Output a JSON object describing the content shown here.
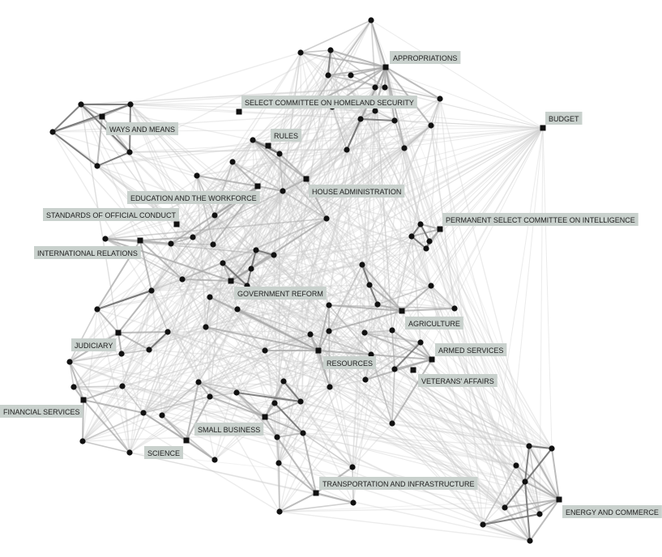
{
  "committees": [
    {
      "id": "appropriations",
      "label": "APPROPRIATIONS"
    },
    {
      "id": "budget",
      "label": "BUDGET"
    },
    {
      "id": "homeland",
      "label": "SELECT COMMITTEE ON HOMELAND SECURITY"
    },
    {
      "id": "ways",
      "label": "WAYS AND MEANS"
    },
    {
      "id": "rules",
      "label": "RULES"
    },
    {
      "id": "houseadmin",
      "label": "HOUSE ADMINISTRATION"
    },
    {
      "id": "education",
      "label": "EDUCATION AND THE WORKFORCE"
    },
    {
      "id": "standards",
      "label": "STANDARDS OF OFFICIAL CONDUCT"
    },
    {
      "id": "intelligence",
      "label": "PERMANENT SELECT COMMITTEE ON INTELLIGENCE"
    },
    {
      "id": "international",
      "label": "INTERNATIONAL RELATIONS"
    },
    {
      "id": "govreform",
      "label": "GOVERNMENT REFORM"
    },
    {
      "id": "agriculture",
      "label": "AGRICULTURE"
    },
    {
      "id": "judiciary",
      "label": "JUDICIARY"
    },
    {
      "id": "armed",
      "label": "ARMED SERVICES"
    },
    {
      "id": "resources",
      "label": "RESOURCES"
    },
    {
      "id": "veterans",
      "label": "VETERANS' AFFAIRS"
    },
    {
      "id": "financial",
      "label": "FINANCIAL SERVICES"
    },
    {
      "id": "smallbiz",
      "label": "SMALL BUSINESS"
    },
    {
      "id": "science",
      "label": "SCIENCE"
    },
    {
      "id": "transport",
      "label": "TRANSPORTATION AND INFRASTRUCTURE"
    },
    {
      "id": "energy",
      "label": "ENERGY AND COMMERCE"
    }
  ]
}
